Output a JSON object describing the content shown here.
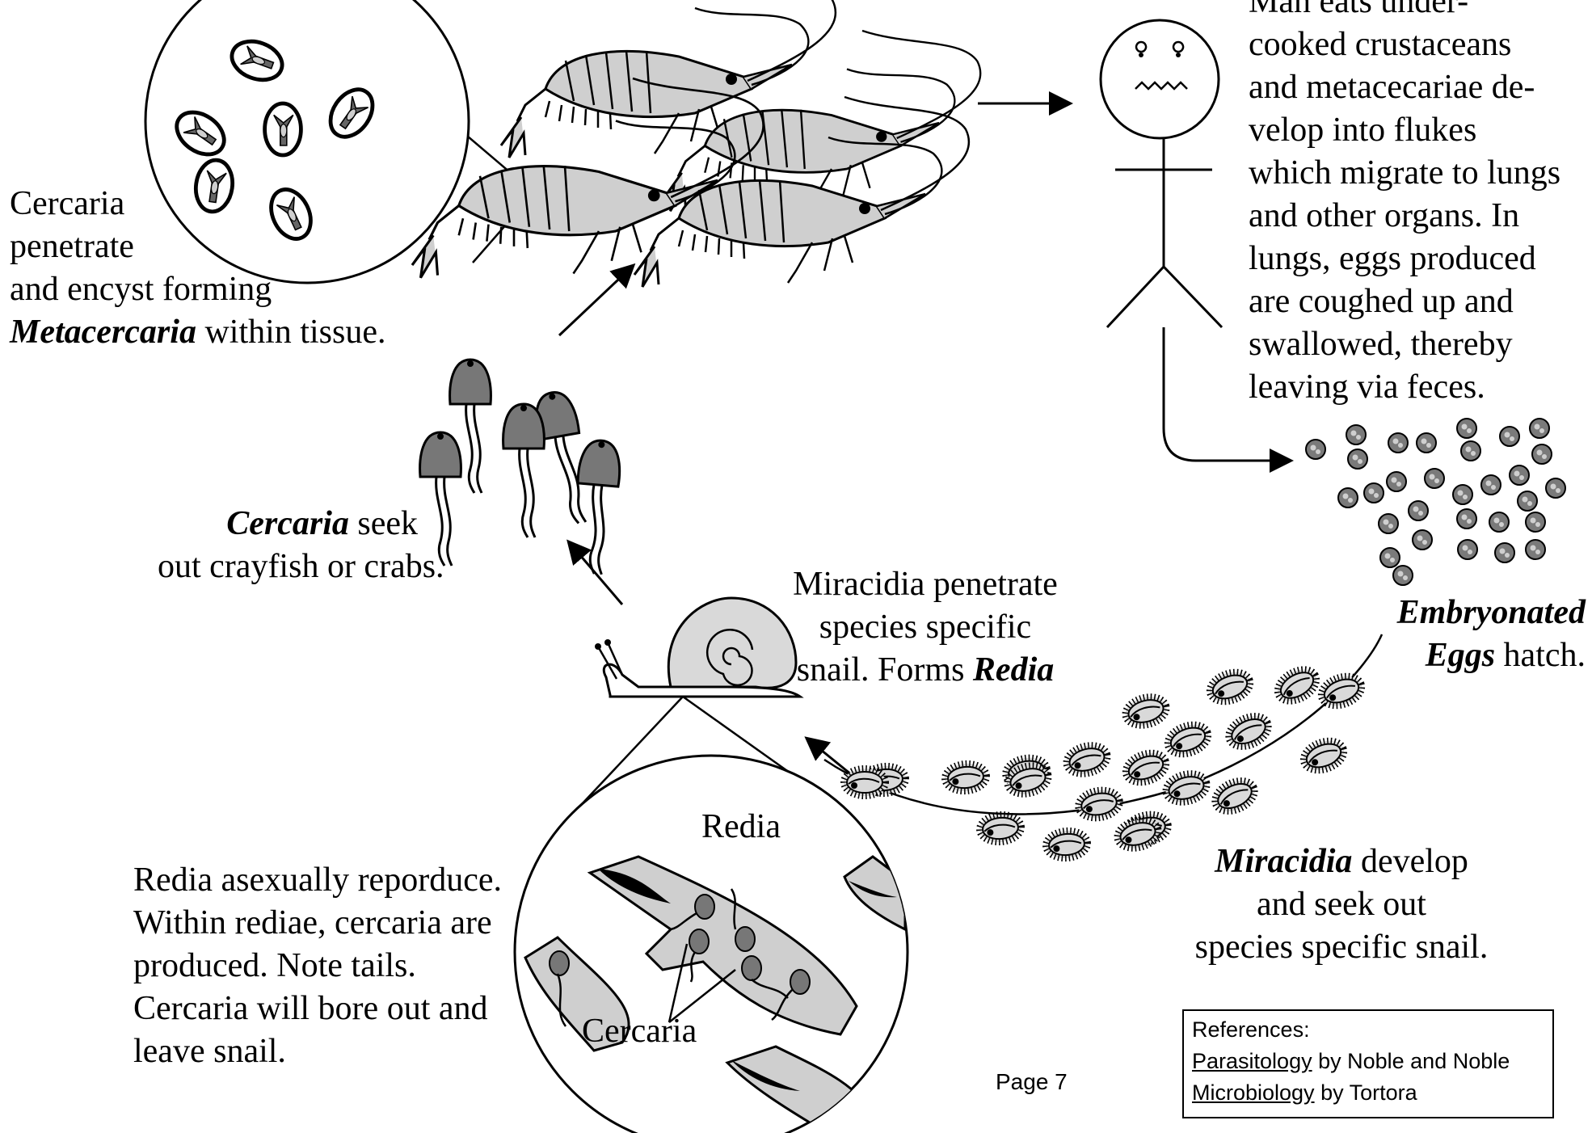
{
  "captions": {
    "man": {
      "lines": [
        "Man eats under-",
        "cooked crustaceans",
        "and metacecariae de-",
        "velop into flukes",
        "which migrate to lungs",
        "and other organs.  In",
        "lungs, eggs produced",
        "are coughed up and",
        "swallowed, thereby",
        "leaving via feces."
      ]
    },
    "metacercaria": {
      "line1": "Cercaria",
      "line2": "penetrate",
      "line3": "and encyst forming",
      "line4_term": "Metacercaria",
      "line4_rest": " within tissue."
    },
    "cercaria_seek": {
      "term": "Cercaria",
      "line1_rest": " seek",
      "line2": "out crayfish or crabs."
    },
    "miracidia_penetrate": {
      "line1": "Miracidia penetrate",
      "line2": "species specific",
      "line3_pre": "snail.  Forms ",
      "line3_term": "Redia"
    },
    "embryonated": {
      "line1_term": "Embryonated",
      "line2_term": "Eggs",
      "line2_rest": " hatch."
    },
    "miracidia_develop": {
      "term": "Miracidia",
      "line1_rest": " develop",
      "line2": "and seek out",
      "line3": "species specific snail."
    },
    "redia_reproduce": {
      "lines": [
        "Redia asexually reporduce.",
        "Within rediae, cercaria are",
        "produced.  Note tails.",
        "Cercaria will bore out and",
        "leave snail."
      ]
    }
  },
  "inset_labels": {
    "redia": "Redia",
    "cercaria": "Cercaria"
  },
  "page_number": "Page 7",
  "references": {
    "heading": "References:",
    "book1_title": "Parasitology",
    "book1_rest": " by Noble and Noble",
    "book2_title": "Microbiology",
    "book2_rest": " by Tortora"
  }
}
